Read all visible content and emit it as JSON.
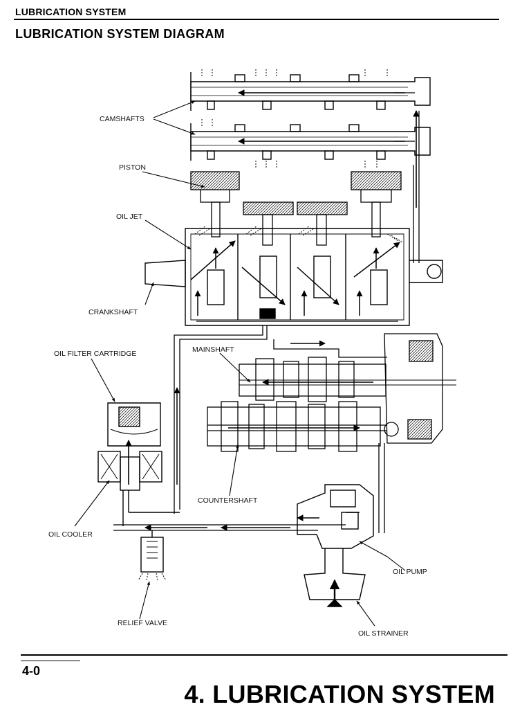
{
  "header": {
    "section": "LUBRICATION SYSTEM",
    "title": "LUBRICATION SYSTEM DIAGRAM"
  },
  "diagram": {
    "labels": {
      "camshafts": "CAMSHAFTS",
      "piston": "PISTON",
      "oil_jet": "OIL JET",
      "crankshaft": "CRANKSHAFT",
      "oil_filter": "OIL FILTER CARTRIDGE",
      "mainshaft": "MAINSHAFT",
      "countershaft": "COUNTERSHAFT",
      "oil_cooler": "OIL COOLER",
      "oil_pump": "OIL PUMP",
      "relief_valve": "RELIEF VALVE",
      "oil_strainer": "OIL STRAINER"
    }
  },
  "footer": {
    "page_number": "4-0",
    "chapter_title": "4. LUBRICATION SYSTEM"
  }
}
